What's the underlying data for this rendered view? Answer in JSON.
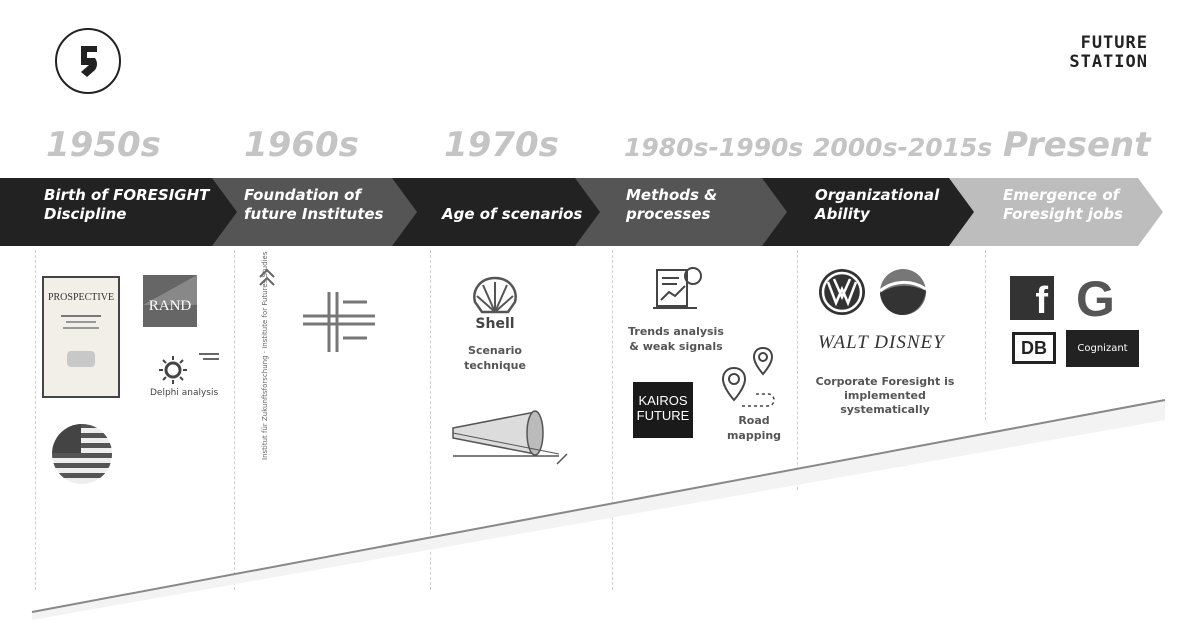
{
  "header": {
    "logo_letter": "5",
    "brand_line1": "FUTURE",
    "brand_line2": "STATION"
  },
  "colors": {
    "banner_dark": "#222222",
    "banner_mid": "#555555",
    "banner_light": "#bdbdbd",
    "era_text": "#c4c4c4"
  },
  "timeline": [
    {
      "era": "1950s",
      "label": "Birth of FORESIGHT\nDiscipline"
    },
    {
      "era": "1960s",
      "label": "Foundation of\nfuture Institutes"
    },
    {
      "era": "1970s",
      "label": "Age of scenarios"
    },
    {
      "era": "1980s-1990s",
      "label": "Methods &\nprocesses"
    },
    {
      "era": "2000s-2015s",
      "label": "Organizational\nAbility"
    },
    {
      "era": "Present",
      "label": "Emergence of\nForesight jobs"
    }
  ],
  "col1950": {
    "book_title": "PROSPECTIVE",
    "rand_label": "RAND",
    "delphi_caption": "Delphi analysis"
  },
  "col1960": {
    "vertical_text": "Institut für Zukunftsforschung · Institute for Futures Studies"
  },
  "col1970": {
    "shell_label": "Shell",
    "scenario_caption": "Scenario\ntechnique"
  },
  "col1980": {
    "trends_caption": "Trends analysis\n& weak signals",
    "kairos_line1": "KAIROS",
    "kairos_line2": "FUTURE",
    "roadmap_caption": "Road\nmapping"
  },
  "col2000": {
    "disney_label": "WALT DISNEY",
    "corporate_caption": "Corporate Foresight is\nimplemented\nsystematically"
  },
  "colPresent": {
    "fb_letter": "f",
    "google_letter": "G",
    "db_label": "DB",
    "cognizant_label": "Cognizant"
  }
}
